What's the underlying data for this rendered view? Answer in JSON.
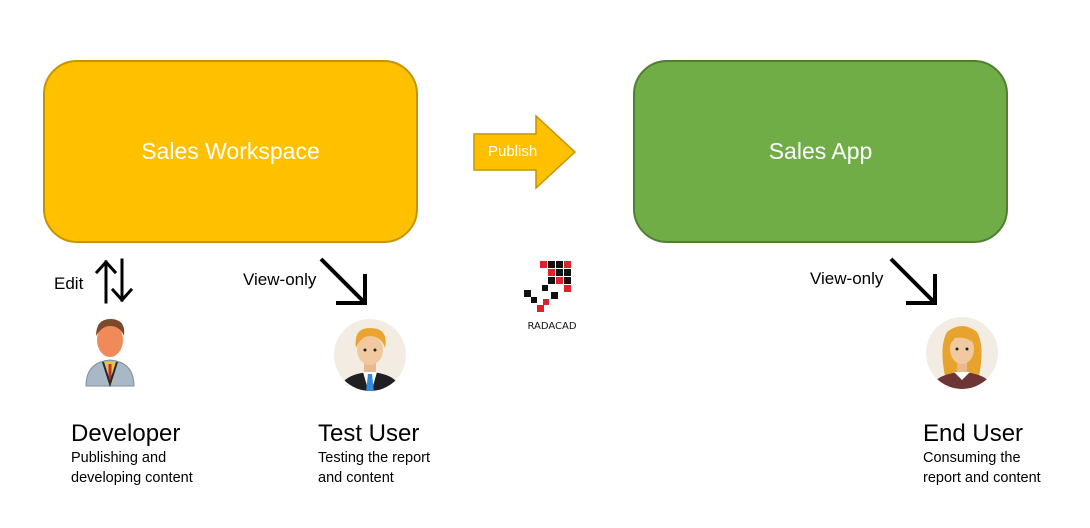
{
  "workspace": {
    "label": "Sales Workspace",
    "color": "#ffc000"
  },
  "app": {
    "label": "Sales App",
    "color": "#70ad47"
  },
  "publish_arrow": {
    "label": "Publish"
  },
  "logo": {
    "text": "RADACAD"
  },
  "arrows": {
    "edit_label": "Edit",
    "test_view_label": "View-only",
    "end_view_label": "View-only"
  },
  "roles": [
    {
      "name": "Developer",
      "desc_line1": "Publishing and",
      "desc_line2": "developing content",
      "icon": "developer-avatar"
    },
    {
      "name": "Test User",
      "desc_line1": "Testing the report",
      "desc_line2": "and content",
      "icon": "male-user-avatar"
    },
    {
      "name": "End User",
      "desc_line1": "Consuming the",
      "desc_line2": "report and content",
      "icon": "female-user-avatar"
    }
  ]
}
